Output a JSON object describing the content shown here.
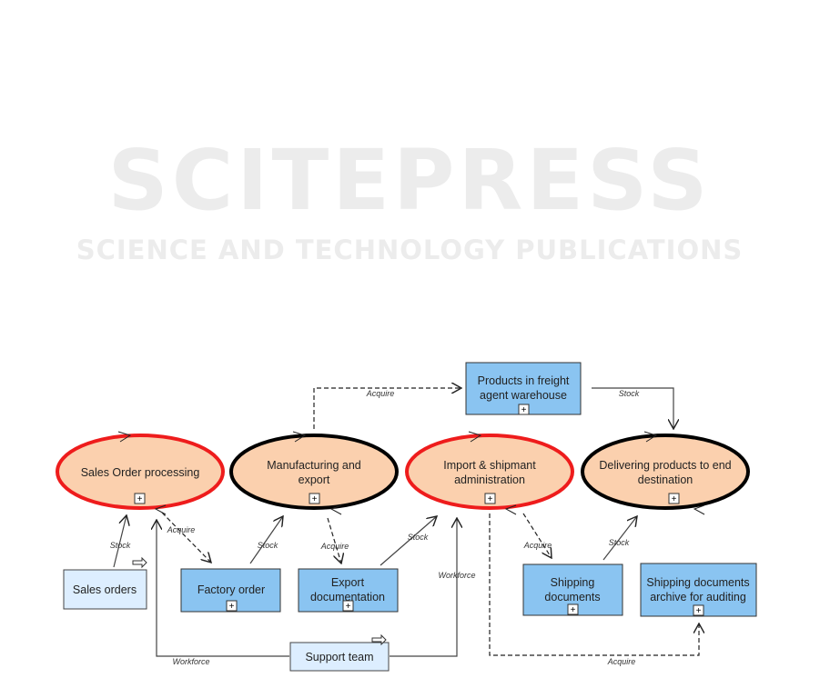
{
  "watermark": {
    "title": "SCITEPRESS",
    "subtitle": "SCIENCE AND TECHNOLOGY PUBLICATIONS"
  },
  "colors": {
    "process_fill": "#fbd0ae",
    "resource_fill": "#8ac4f1",
    "external_fill": "#ddeeff",
    "red_border": "#ee1c1c",
    "black_border": "#000000"
  },
  "processes": [
    {
      "line1": "Sales Order processing",
      "line2": ""
    },
    {
      "line1": "Manufacturing and",
      "line2": "export"
    },
    {
      "line1": "Import & shipmant",
      "line2": "administration"
    },
    {
      "line1": "Delivering products to end",
      "line2": "destination"
    }
  ],
  "resources": {
    "freight": {
      "line1": "Products in freight",
      "line2": "agent warehouse"
    },
    "sales_orders": "Sales orders",
    "factory_order": "Factory order",
    "export_doc": {
      "line1": "Export",
      "line2": "documentation"
    },
    "shipping_docs": {
      "line1": "Shipping",
      "line2": "documents"
    },
    "archive": {
      "line1": "Shipping documents",
      "line2": "archive for auditing"
    },
    "support_team": "Support team"
  },
  "edges": {
    "stock": "Stock",
    "acquire": "Acquire",
    "workforce": "Workforce"
  },
  "expand_glyph": "+"
}
